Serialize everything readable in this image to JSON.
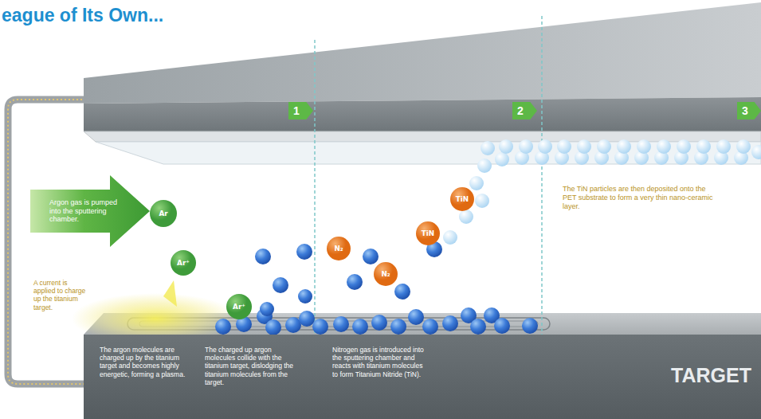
{
  "diagram": {
    "title": "eague of Its Own...",
    "nodes": [
      {
        "text": [
          "1"
        ]
      },
      {
        "text": [
          "2"
        ]
      },
      {
        "text": [
          "3"
        ]
      },
      {
        "text": [
          "Argon gas is pumped into the sputtering chamber."
        ]
      },
      {
        "text": [
          "Ar"
        ]
      },
      {
        "text": [
          "Ar⁺"
        ]
      },
      {
        "text": [
          "Ar⁺"
        ]
      },
      {
        "text": [
          "N₂"
        ]
      },
      {
        "text": [
          "N₂"
        ]
      },
      {
        "text": [
          "TiN"
        ]
      },
      {
        "text": [
          "TiN"
        ]
      },
      {
        "text": [
          "The argon molecules are charged up by the titanium target and becomes highly energetic, forming a plasma.",
          "The charged up argon molecules collide with the titanium target, dislodging the titanium molecules from the target.",
          "Nitrogen gas is introduced into the sputtering chamber and reacts with titanium molecules to form Titanium Nitride (TiN).",
          "TARGET"
        ]
      }
    ],
    "labels": [
      "A current is applied to charge up the titanium target.",
      "The TiN particles are then deposited onto the PET substrate to form a very thin nano-ceramic layer."
    ]
  }
}
